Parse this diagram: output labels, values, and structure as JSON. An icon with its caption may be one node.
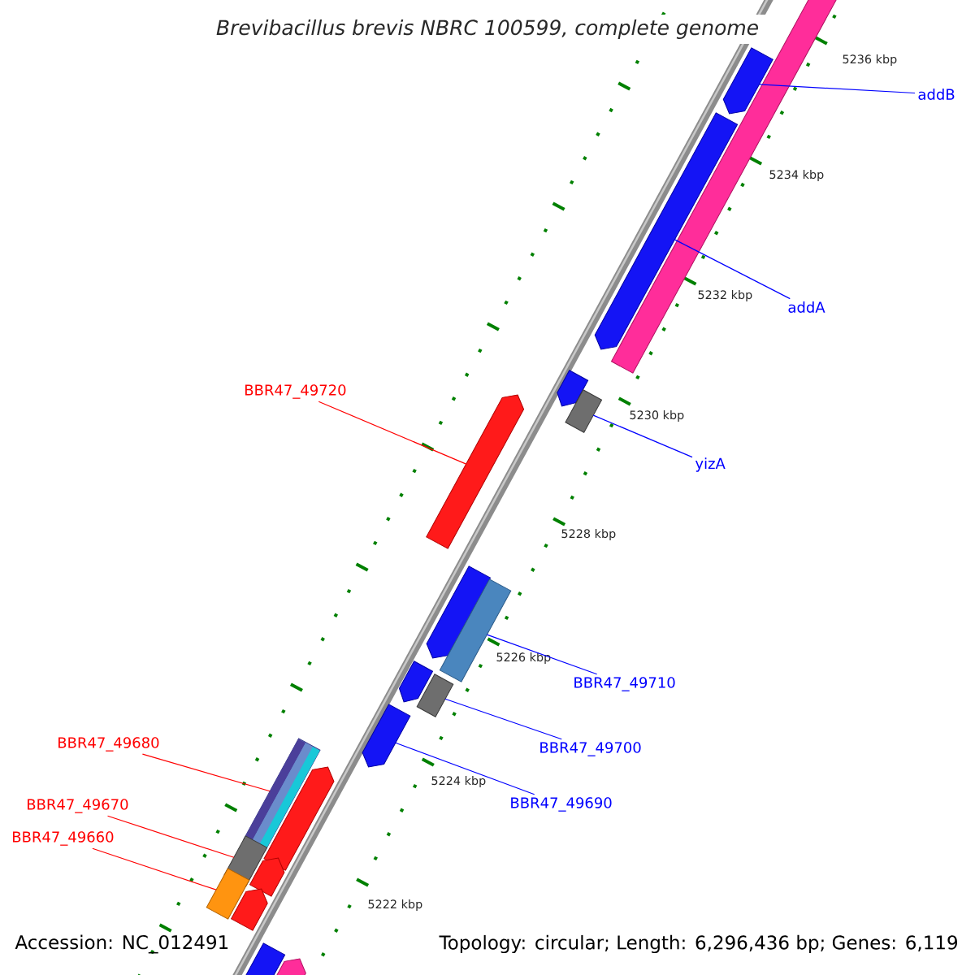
{
  "diagram": {
    "title": "Brevibacillus brevis NBRC 100599, complete genome",
    "nodes": [
      {
        "text": [
          "addB"
        ]
      },
      {
        "text": [
          "addA"
        ]
      },
      {
        "text": [
          "yizA"
        ]
      },
      {
        "text": [
          "BBR47_49720"
        ]
      },
      {
        "text": [
          "BBR47_49710"
        ]
      },
      {
        "text": [
          "BBR47_49700"
        ]
      },
      {
        "text": [
          "BBR47_49690"
        ]
      },
      {
        "text": [
          "BBR47_49680"
        ]
      },
      {
        "text": [
          "BBR47_49670"
        ]
      },
      {
        "text": [
          "BBR47_49660"
        ]
      },
      {
        "text": [],
        "shape": "pentagon"
      },
      {
        "text": [],
        "shape": "pentagon"
      },
      {
        "text": [],
        "shape": "pentagon"
      },
      {
        "text": [],
        "shape": "pentagon"
      },
      {
        "text": [],
        "shape": "box"
      },
      {
        "text": [],
        "shape": "pentagon"
      },
      {
        "text": [],
        "shape": "pentagon"
      },
      {
        "text": [],
        "shape": "box"
      },
      {
        "text": [],
        "shape": "pentagon"
      },
      {
        "text": [],
        "shape": "box"
      },
      {
        "text": [],
        "shape": "pentagon"
      },
      {
        "text": [],
        "shape": "box"
      },
      {
        "text": [],
        "shape": "pentagon"
      },
      {
        "text": [],
        "shape": "box"
      },
      {
        "text": [],
        "shape": "pentagon"
      },
      {
        "text": [],
        "shape": "box"
      },
      {
        "text": [],
        "shape": "pentagon"
      },
      {
        "text": [],
        "shape": "pentagon"
      },
      {
        "text": [],
        "shape": "pentagon"
      }
    ],
    "edges": [
      {
        "from": 0,
        "to": 10,
        "arrow": "none"
      },
      {
        "from": 1,
        "to": 12,
        "arrow": "none"
      },
      {
        "from": 2,
        "to": 14,
        "arrow": "none"
      },
      {
        "from": 3,
        "to": 15,
        "arrow": "none",
        "color": "#ff0000"
      },
      {
        "from": 4,
        "to": 17,
        "arrow": "none"
      },
      {
        "from": 5,
        "to": 19,
        "arrow": "none"
      },
      {
        "from": 6,
        "to": 20,
        "arrow": "none"
      },
      {
        "from": 7,
        "to": 21,
        "arrow": "none",
        "color": "#ff0000"
      },
      {
        "from": 8,
        "to": 23,
        "arrow": "none",
        "color": "#ff0000"
      },
      {
        "from": 9,
        "to": 25,
        "arrow": "none",
        "color": "#ff0000"
      }
    ],
    "labels": [
      "5236 kbp",
      "5234 kbp",
      "5232 kbp",
      "5230 kbp",
      "5228 kbp",
      "5226 kbp",
      "5224 kbp",
      "5222 kbp",
      "Accession: NC_012491",
      "Topology: circular; Length: 6,296,436 bp; Genes: 6,119"
    ]
  }
}
